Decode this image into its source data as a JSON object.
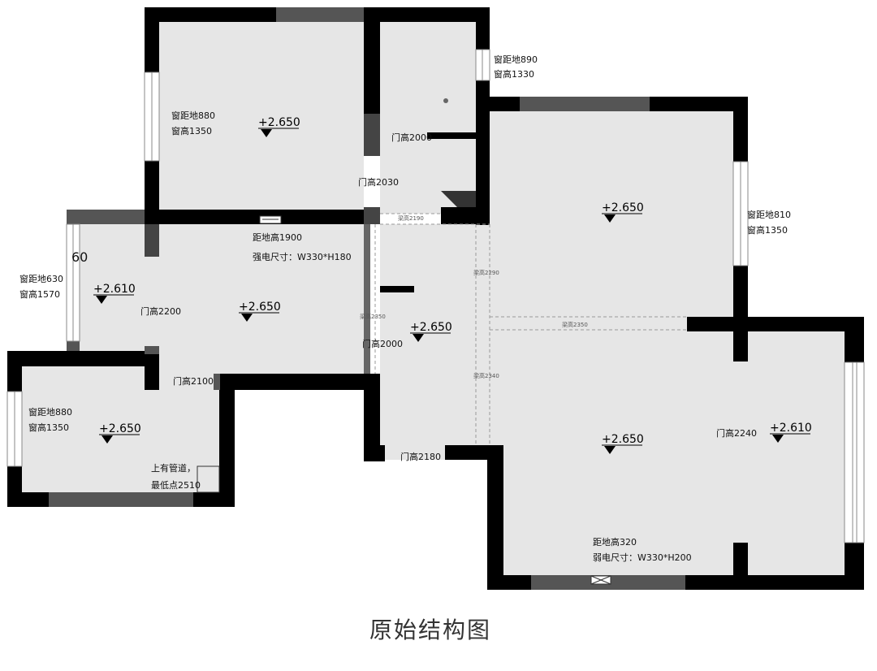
{
  "title": "原始结构图",
  "dimension_60": "60",
  "windows": {
    "top_right": [
      "窗距地890",
      "窗高1330"
    ],
    "top_left": [
      "窗距地880",
      "窗高1350"
    ],
    "right_mid": [
      "窗距地810",
      "窗高1350"
    ],
    "left_mid": [
      "窗距地630",
      "窗高1570"
    ],
    "bottom_left": [
      "窗距地880",
      "窗高1350"
    ]
  },
  "doors": {
    "d2000_top": "门高2000",
    "d2030": "门高2030",
    "d2200": "门高2200",
    "d2000_mid": "门高2000",
    "d2100": "门高2100",
    "d2180": "门高2180",
    "d2240": "门高2240"
  },
  "levels": {
    "top_left_room": "+2.650",
    "top_right_room": "+2.650",
    "living_left": "+2.610",
    "living_center": "+2.650",
    "corridor": "+2.650",
    "bottom_left_room": "+2.650",
    "bottom_right_center": "+2.650",
    "bottom_right_side": "+2.610"
  },
  "power": {
    "strong": [
      "距地高1900",
      "强电尺寸：W330*H180"
    ],
    "weak": [
      "距地高320",
      "弱电尺寸：W330*H200"
    ]
  },
  "pipe_note": [
    "上有管道，",
    "最低点2510"
  ],
  "beams": {
    "b2190": "梁高2190",
    "b2290": "梁高2290",
    "b2350_left": "梁高2350",
    "b2350_right": "梁高2350",
    "b2340": "梁高2340"
  }
}
